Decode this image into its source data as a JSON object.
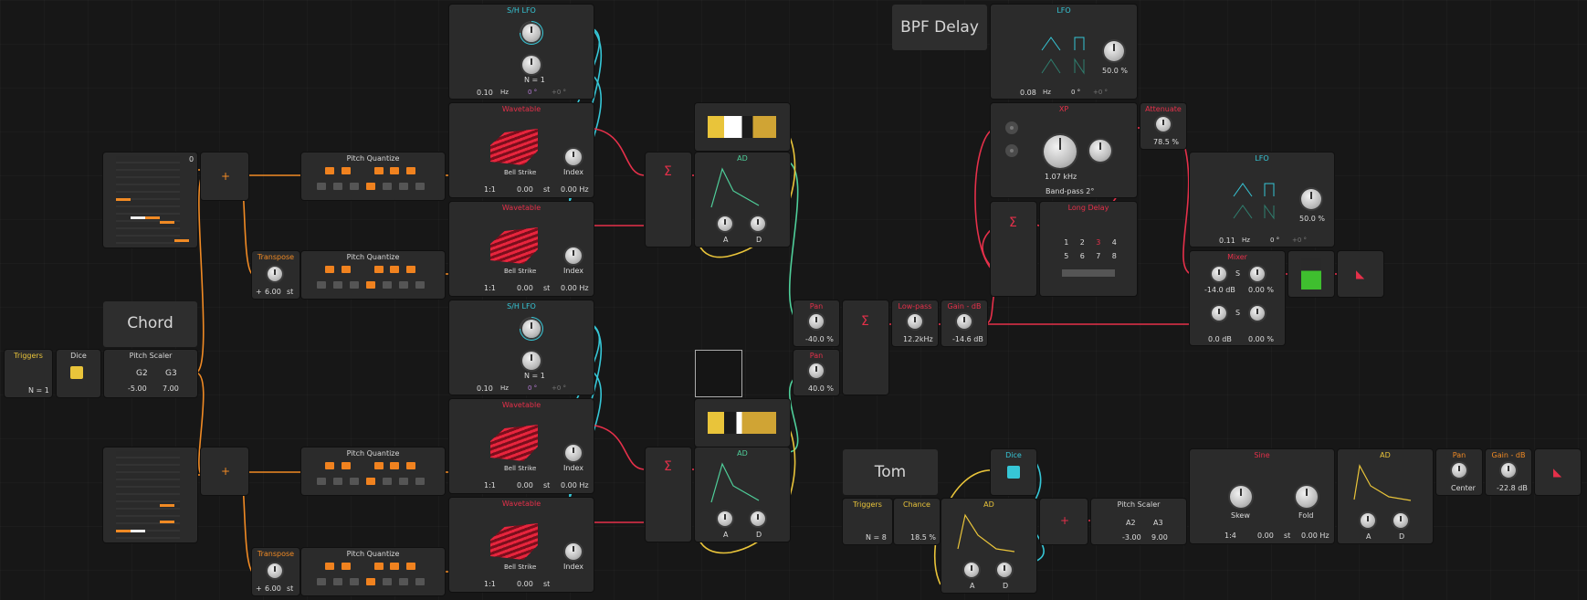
{
  "notes": {
    "chord": "Chord",
    "bpf_delay": "BPF Delay",
    "tom": "Tom"
  },
  "modules": {
    "sh_lfo": "S/H LFO",
    "wavetable": "Wavetable",
    "pitch_quantize": "Pitch Quantize",
    "transpose": "Transpose",
    "triggers": "Triggers",
    "dice": "Dice",
    "pitch_scaler": "Pitch Scaler",
    "ad": "AD",
    "pan": "Pan",
    "lowpass": "Low-pass",
    "gain_db": "Gain - dB",
    "lfo": "LFO",
    "xp": "XP",
    "attenuate": "Attenuate",
    "long_delay": "Long Delay",
    "mixer": "Mixer",
    "chance": "Chance",
    "sine": "Sine",
    "sum_glyph": "Σ",
    "plus_glyph": "+"
  },
  "values": {
    "step_count": "0",
    "transpose_1": "6.00",
    "transpose_2": "6.00",
    "st": "st",
    "trig_n1": "N = 1",
    "trig_n8": "N = 8",
    "scaler_note_a": "G2",
    "scaler_note_b": "G3",
    "scaler_val_a": "-5.00",
    "scaler_val_b": "7.00",
    "tom_note_a": "A2",
    "tom_note_b": "A3",
    "tom_val_a": "-3.00",
    "tom_val_b": "9.00",
    "sh_rate": "0.10",
    "hz": "Hz",
    "deg0": "0 °",
    "deg_plus0": "+0 °",
    "sh_n": "N = 1",
    "wt_ratio": "1:1",
    "wt_off": "0.00",
    "wt_hz": "0.00 Hz",
    "wt_preset": "Bell Strike",
    "wt_index": "Index",
    "pan_a": "-40.0 %",
    "pan_b": "40.0 %",
    "lp_freq": "12.2kHz",
    "gain_top": "-14.6 dB",
    "lfo1_rate": "0.08",
    "lfo1_shape": "50.0 %",
    "xp_freq": "1.07 kHz",
    "xp_mode": "Band-pass 2°",
    "atten": "78.5 %",
    "lfo2_rate": "0.11",
    "lfo2_shape": "50.0 %",
    "mix_a_db": "-14.0 dB",
    "mix_a_pan": "0.00 %",
    "mix_b_db": "0.0 dB",
    "mix_b_pan": "0.00 %",
    "mix_s": "S",
    "chance": "18.5 %",
    "ad_a": "A",
    "ad_d": "D",
    "sine_skew": "Skew",
    "sine_fold": "Fold",
    "sine_ratio": "1:4",
    "sine_off": "0.00",
    "sine_hz": "0.00 Hz",
    "pan_center": "Center",
    "gain_tom": "-22.8 dB",
    "delay_nums": [
      "1",
      "2",
      "3",
      "4",
      "5",
      "6",
      "7",
      "8"
    ]
  },
  "colors": {
    "red": "#e5304a",
    "cyan": "#36c6d6",
    "orange": "#f08a24",
    "yellow": "#e9c43a",
    "green": "#4fcf9a"
  },
  "icons": [
    "sum-icon",
    "plus-icon",
    "dice-icon",
    "square-wave-icon",
    "triangle-wave-icon",
    "speaker-icon",
    "keyboard-icon",
    "hand-icon"
  ]
}
